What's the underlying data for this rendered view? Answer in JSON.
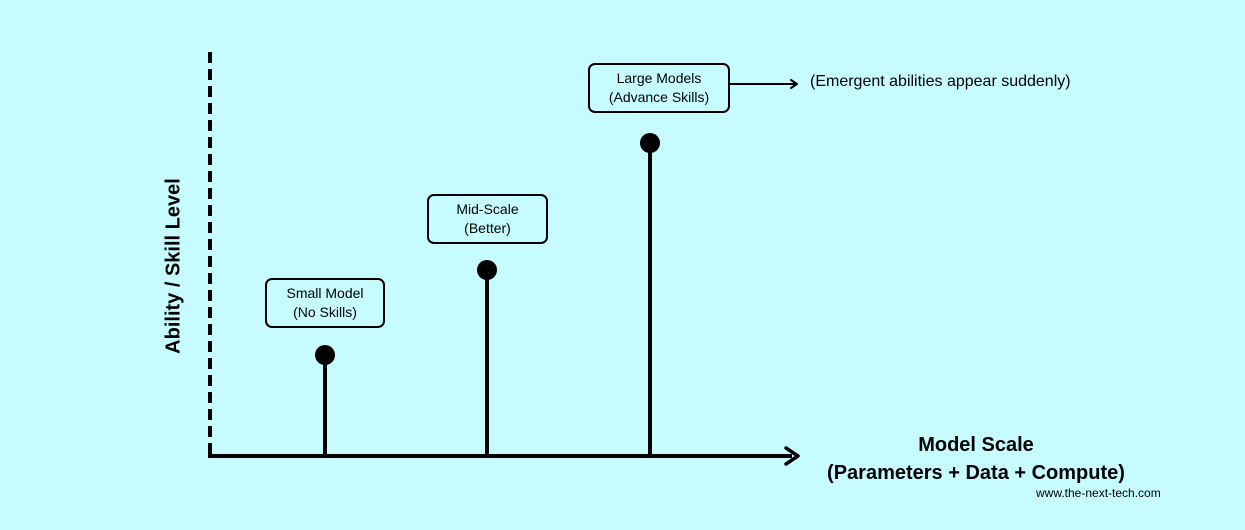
{
  "axes": {
    "y_label": "Ability / Skill Level",
    "x_label_line1": "Model Scale",
    "x_label_line2": "(Parameters + Data + Compute)"
  },
  "nodes": [
    {
      "id": "small",
      "line1": "Small Model",
      "line2": "(No Skills)"
    },
    {
      "id": "mid",
      "line1": "Mid-Scale",
      "line2": "(Better)"
    },
    {
      "id": "large",
      "line1": "Large Models",
      "line2": "(Advance Skills)"
    }
  ],
  "annotation": {
    "text": "(Emergent abilities appear suddenly)"
  },
  "footer": {
    "website": "www.the-next-tech.com"
  },
  "colors": {
    "background": "#c6fcff",
    "ink": "#000000"
  }
}
